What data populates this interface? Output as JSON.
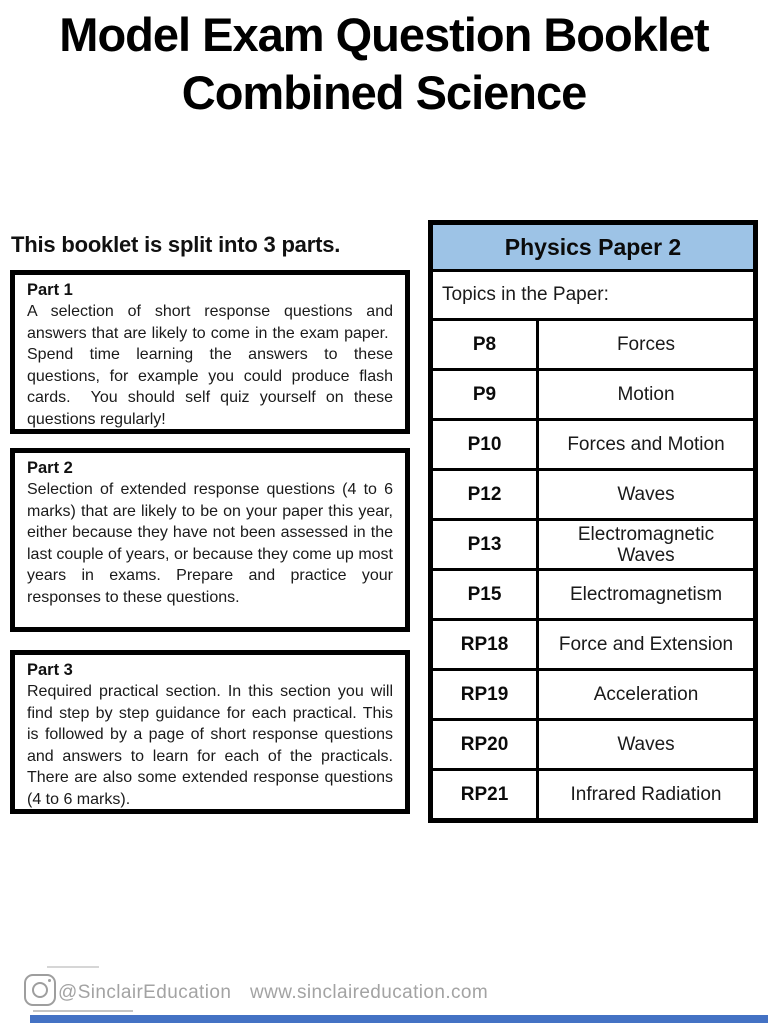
{
  "page": {
    "title_line1": "Model Exam Question Booklet",
    "title_line2": "Combined Science"
  },
  "intro": {
    "heading": "This booklet is split into 3 parts.",
    "parts": [
      {
        "label": "Part 1",
        "text": "A selection of short response questions and answers that are likely to come in the exam paper.  Spend time learning the answers to these questions, for example you could produce flash cards.  You should self quiz yourself on these questions regularly!"
      },
      {
        "label": "Part 2",
        "text": "Selection of extended response questions (4 to 6 marks) that are likely to be on your paper this year, either because they have not been assessed in the last couple of years, or because they come up most years in exams. Prepare and practice your responses to these questions."
      },
      {
        "label": "Part 3",
        "text": "Required practical section. In this section you will find step by step guidance for each practical. This is followed by a page of short response questions and answers to learn for each of the practicals. There are also some extended response questions (4 to 6 marks)."
      }
    ]
  },
  "paper_table": {
    "title": "Physics Paper 2",
    "subtitle": "Topics in the Paper:",
    "header_bg": "#9DC3E6",
    "border_color": "#000000",
    "rows": [
      {
        "code": "P8",
        "topic": "Forces"
      },
      {
        "code": "P9",
        "topic": "Motion"
      },
      {
        "code": "P10",
        "topic": "Forces and Motion"
      },
      {
        "code": "P12",
        "topic": "Waves"
      },
      {
        "code": "P13",
        "topic": "Electromagnetic Waves"
      },
      {
        "code": "P15",
        "topic": "Electromagnetism"
      },
      {
        "code": "RP18",
        "topic": "Force and Extension"
      },
      {
        "code": "RP19",
        "topic": "Acceleration"
      },
      {
        "code": "RP20",
        "topic": "Waves"
      },
      {
        "code": "RP21",
        "topic": "Infrared Radiation"
      }
    ]
  },
  "footer": {
    "instagram_handle": "@SinclairEducation",
    "website": "www.sinclaireducation.com",
    "icon": "instagram-icon",
    "text_color": "#a3a3a3",
    "accent_bar_color": "#4472C4"
  }
}
